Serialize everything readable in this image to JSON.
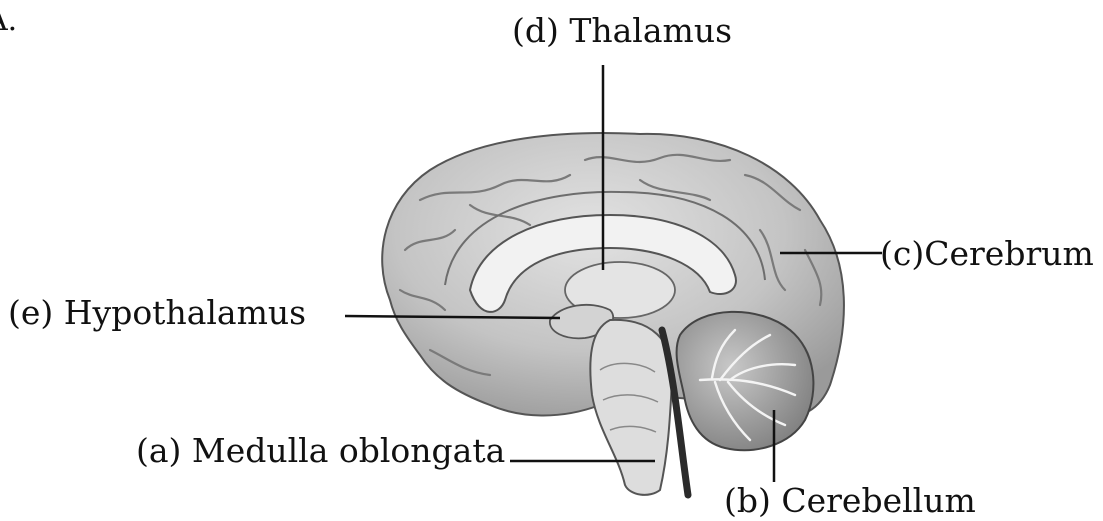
{
  "figure": {
    "corner_mark": "A.",
    "labels": {
      "thalamus": "(d)  Thalamus",
      "cerebrum": "(c)Cerebrum",
      "hypothalamus": "(e)  Hypothalamus",
      "medulla": "(a) Medulla oblongata",
      "cerebellum": "(b)  Cerebellum"
    }
  },
  "colors": {
    "ink": "#111111",
    "cortex": "#c9c9c9",
    "cortex_dark": "#8a8a8a",
    "inner": "#e6e6e6",
    "stem": "#d8d8d8",
    "cerebellum": "#a9a9a9"
  }
}
